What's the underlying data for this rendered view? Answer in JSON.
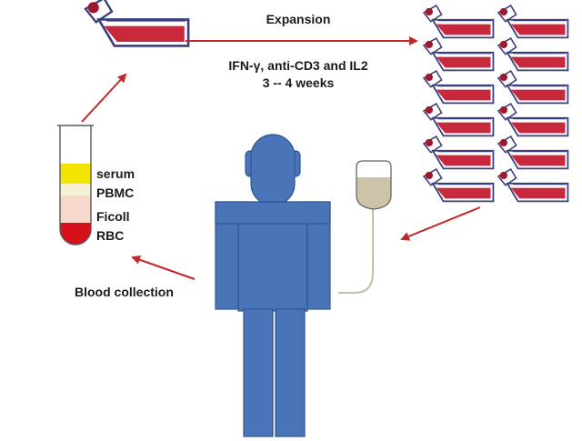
{
  "labels": {
    "expansion": "Expansion",
    "conditions": "IFN-γ, anti-CD3 and IL2",
    "duration": "3 -- 4 weeks",
    "blood_collection": "Blood collection"
  },
  "tube_layers": [
    "serum",
    "PBMC",
    "Ficoll",
    "RBC"
  ],
  "colors": {
    "arrow": "#c0282a",
    "person": "#4a74b8",
    "person_stroke": "#2f5590",
    "flask_fill": "#c8283c",
    "flask_outline": "#3a3e7c",
    "cap": "#a01830",
    "serum": "#f2e600",
    "pbmc": "#f6f1d2",
    "ficoll": "#f7d8cc",
    "rbc": "#d8101c",
    "iv_fluid": "#ccc3a8",
    "tube_line": "#c8c0a0"
  },
  "culture_flask_count": 12
}
